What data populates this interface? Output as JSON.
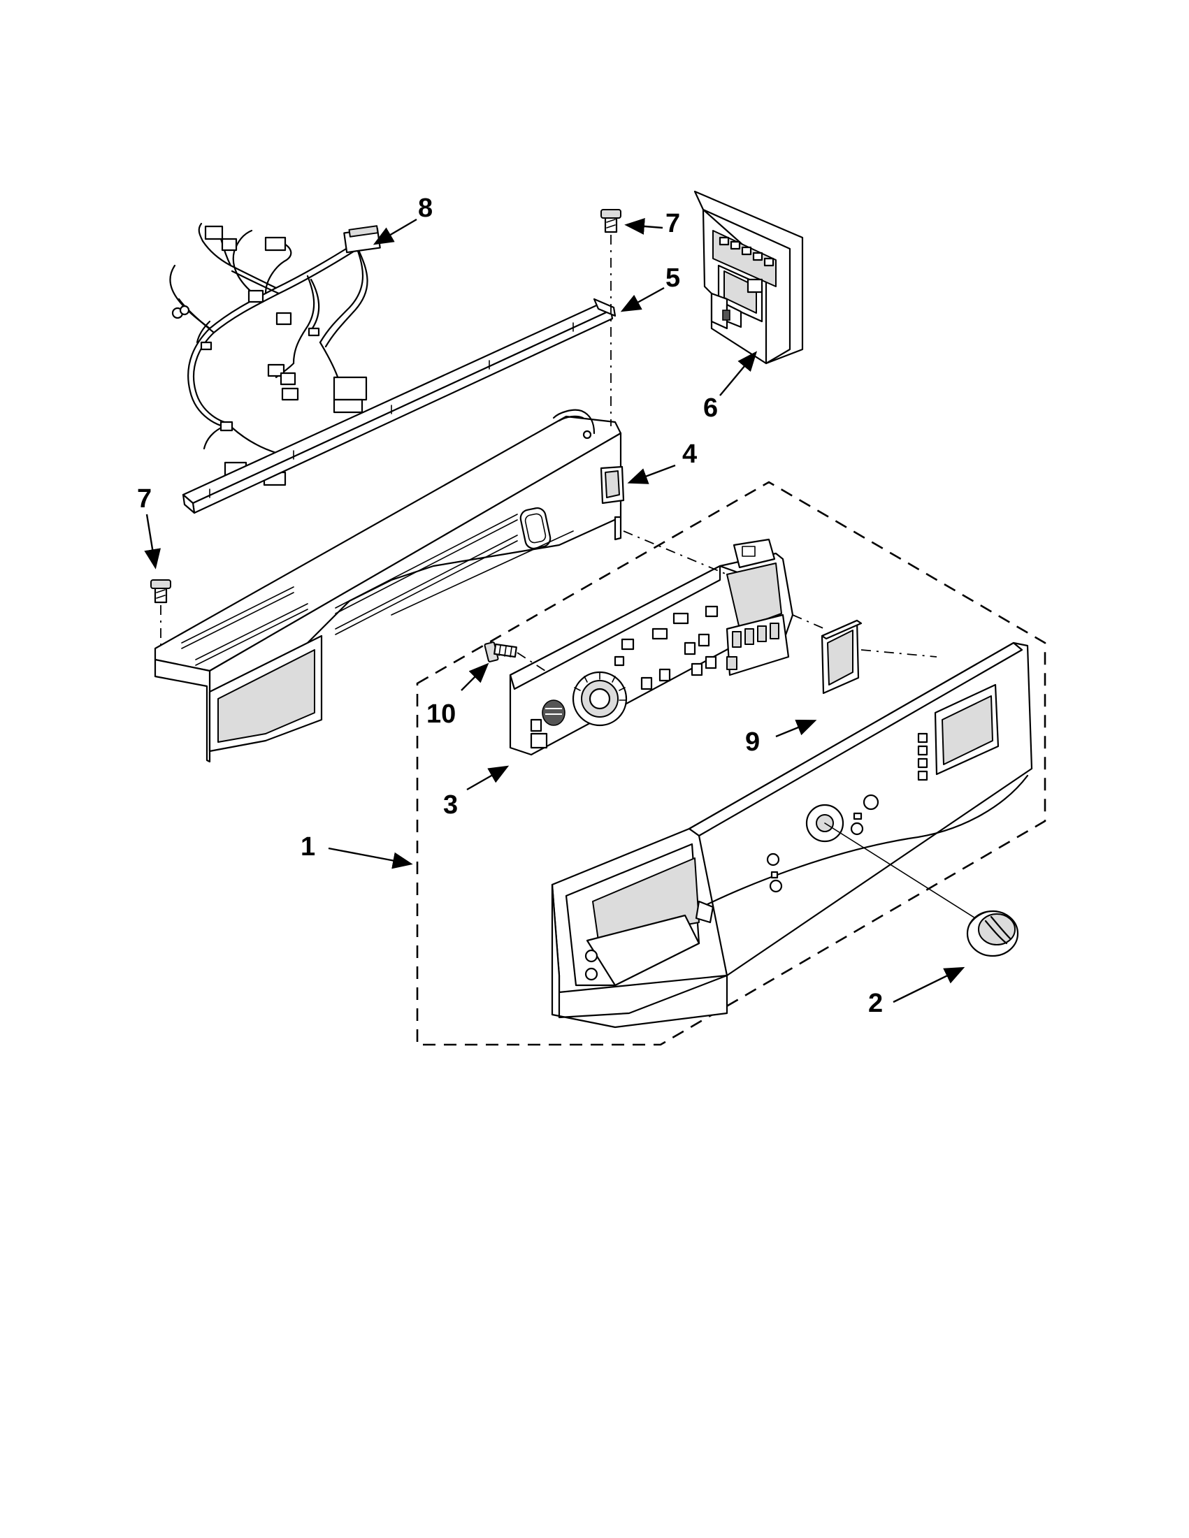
{
  "callouts": [
    {
      "id": "1",
      "label": "1"
    },
    {
      "id": "2",
      "label": "2"
    },
    {
      "id": "3",
      "label": "3"
    },
    {
      "id": "4",
      "label": "4"
    },
    {
      "id": "5",
      "label": "5"
    },
    {
      "id": "6",
      "label": "6"
    },
    {
      "id": "7a",
      "label": "7"
    },
    {
      "id": "7b",
      "label": "7"
    },
    {
      "id": "8",
      "label": "8"
    },
    {
      "id": "9",
      "label": "9"
    },
    {
      "id": "10",
      "label": "10"
    }
  ]
}
